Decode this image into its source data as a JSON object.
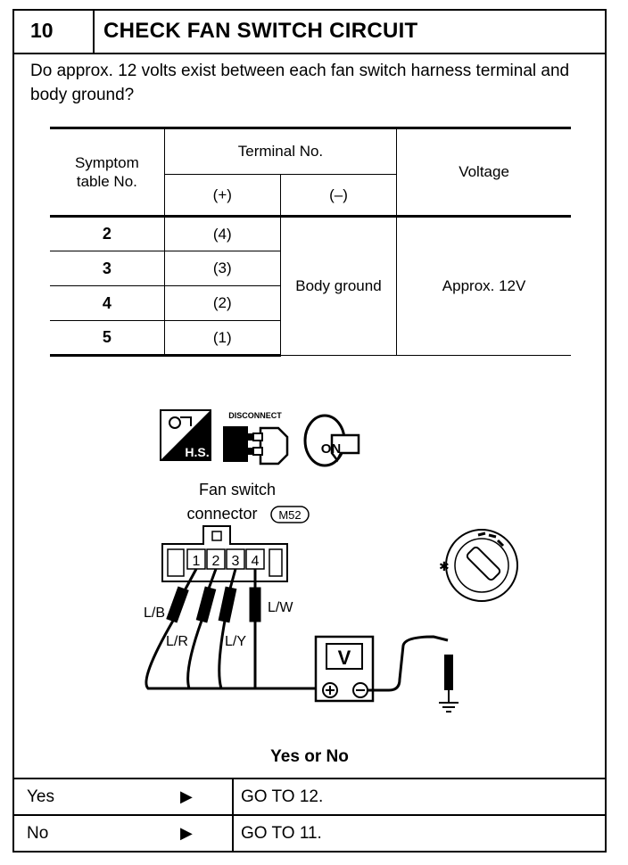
{
  "header": {
    "step": "10",
    "title": "CHECK FAN SWITCH CIRCUIT"
  },
  "question": "Do approx. 12 volts exist between each fan switch harness terminal and body ground?",
  "table": {
    "col_symptom": "Symptom table No.",
    "col_terminal": "Terminal No.",
    "col_plus": "(+)",
    "col_minus": "(–)",
    "col_voltage": "Voltage",
    "rows": [
      {
        "symptom": "2",
        "plus": "(4)"
      },
      {
        "symptom": "3",
        "plus": "(3)"
      },
      {
        "symptom": "4",
        "plus": "(2)"
      },
      {
        "symptom": "5",
        "plus": "(1)"
      }
    ],
    "minus_value": "Body ground",
    "voltage_value": "Approx. 12V"
  },
  "diagram": {
    "hs_label": "H.S.",
    "disconnect_label": "DISCONNECT",
    "on_label": "ON",
    "connector_caption_1": "Fan switch",
    "connector_caption_2": "connector",
    "connector_id": "M52",
    "pins": [
      "1",
      "2",
      "3",
      "4"
    ],
    "wires": [
      "L/B",
      "L/R",
      "L/Y",
      "L/W"
    ],
    "meter_label": "V"
  },
  "result": {
    "title": "Yes or No",
    "rows": [
      {
        "answer": "Yes",
        "action": "GO TO 12."
      },
      {
        "answer": "No",
        "action": "GO TO 11."
      }
    ]
  }
}
